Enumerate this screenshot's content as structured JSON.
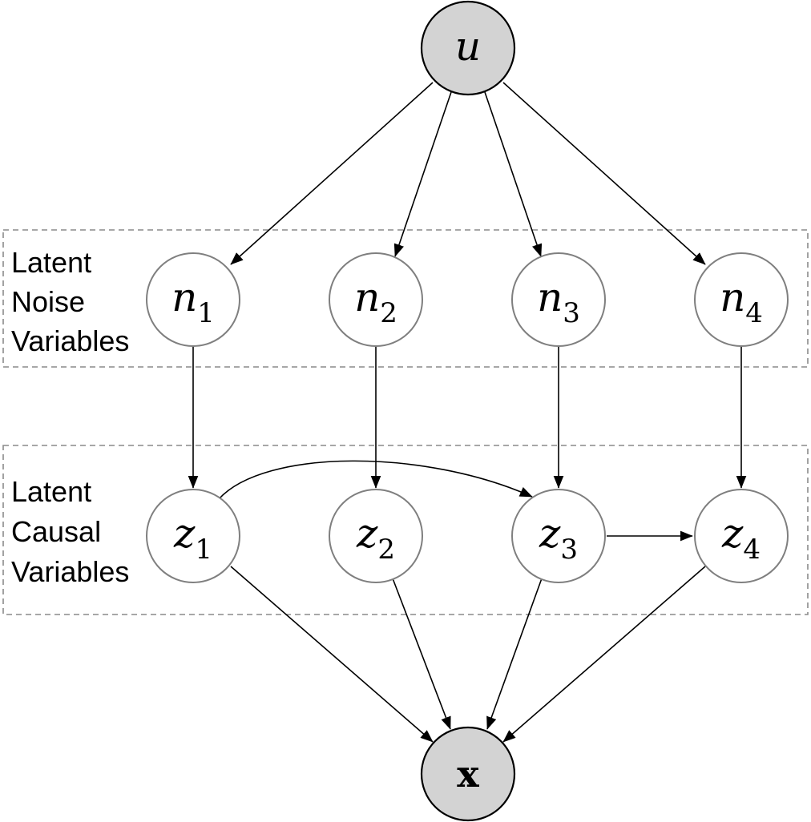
{
  "nodes": {
    "u": {
      "label": "u",
      "sub": ""
    },
    "x": {
      "label": "x",
      "sub": ""
    },
    "n1": {
      "label": "n",
      "sub": "1"
    },
    "n2": {
      "label": "n",
      "sub": "2"
    },
    "n3": {
      "label": "n",
      "sub": "3"
    },
    "n4": {
      "label": "n",
      "sub": "4"
    },
    "z1": {
      "label": "z",
      "sub": "1"
    },
    "z2": {
      "label": "z",
      "sub": "2"
    },
    "z3": {
      "label": "z",
      "sub": "3"
    },
    "z4": {
      "label": "z",
      "sub": "4"
    }
  },
  "groups": {
    "noise": {
      "line1": "Latent",
      "line2": "Noise",
      "line3": "Variables"
    },
    "causal": {
      "line1": "Latent",
      "line2": "Causal",
      "line3": "Variables"
    }
  },
  "edges": [
    [
      "u",
      "n1"
    ],
    [
      "u",
      "n2"
    ],
    [
      "u",
      "n3"
    ],
    [
      "u",
      "n4"
    ],
    [
      "n1",
      "z1"
    ],
    [
      "n2",
      "z2"
    ],
    [
      "n3",
      "z3"
    ],
    [
      "n4",
      "z4"
    ],
    [
      "z1",
      "z3"
    ],
    [
      "z3",
      "z4"
    ],
    [
      "z1",
      "x"
    ],
    [
      "z2",
      "x"
    ],
    [
      "z3",
      "x"
    ],
    [
      "z4",
      "x"
    ]
  ],
  "colors": {
    "observed_fill": "#d3d3d3",
    "latent_fill": "#ffffff",
    "box_stroke": "#8a8a8a"
  }
}
